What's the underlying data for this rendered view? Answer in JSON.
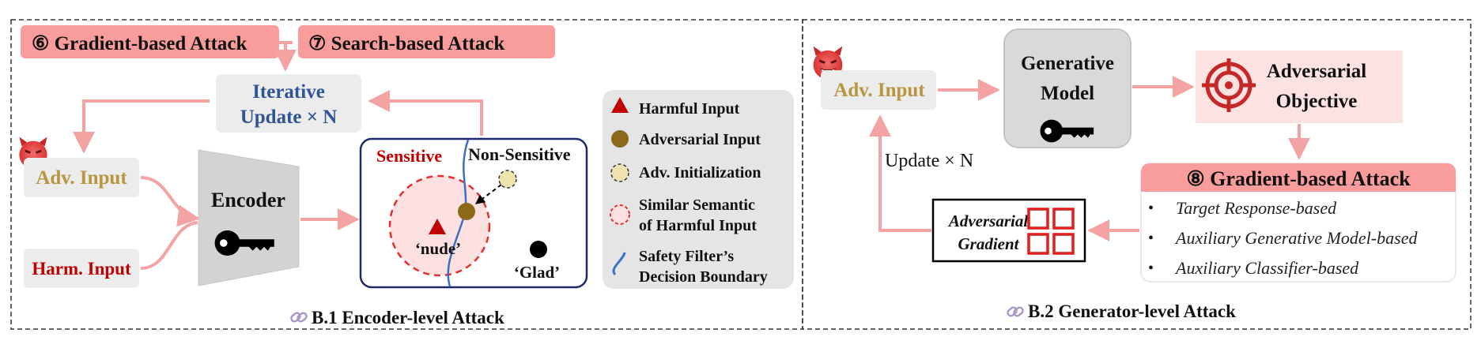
{
  "left_panel": {
    "gradient_attack_label": "⑥ Gradient-based Attack",
    "search_attack_label": "⑦ Search-based Attack",
    "iterative_update_line1": "Iterative",
    "iterative_update_line2": "Update × N",
    "adv_input_label": "Adv.  Input",
    "harm_input_label": "Harm.  Input",
    "encoder_label": "Encoder",
    "space": {
      "sensitive_label": "Sensitive",
      "non_sensitive_label": "Non-Sensitive",
      "nude_label": "‘nude’",
      "glad_label": "‘Glad’"
    },
    "legend": {
      "harmful_input": "Harmful Input",
      "adversarial_input": "Adversarial Input",
      "adv_initialization": "Adv. Initialization",
      "similar_semantic_line1": "Similar Semantic",
      "similar_semantic_line2": "of Harmful Input",
      "safety_filter_line1": "Safety Filter’s",
      "safety_filter_line2": "Decision Boundary"
    },
    "caption": "B.1 Encoder-level Attack"
  },
  "right_panel": {
    "adv_input_label": "Adv.  Input",
    "generative_model_line1": "Generative",
    "generative_model_line2": "Model",
    "adversarial_objective_line1": "Adversarial",
    "adversarial_objective_line2": "Objective",
    "update_label": "Update × N",
    "adversarial_gradient_line1": "Adversarial",
    "adversarial_gradient_line2": "Gradient",
    "gradient_attack_title": "⑧ Gradient-based Attack",
    "gradient_attack_items": [
      "Target Response-based",
      "Auxiliary Generative Model-based",
      "Auxiliary Classifier-based"
    ],
    "caption": "B.2 Generator-level Attack"
  },
  "colors": {
    "salmon": "#f89c9c",
    "arrow": "#f4a3a3",
    "gold_text": "#b8963e",
    "dark_red": "#c00000",
    "blue_text": "#2f5597",
    "navy": "#1f2a6b",
    "gray_box": "#ececec",
    "legend_bg": "#e5e5e5",
    "objective_bg": "#fde2e2"
  }
}
